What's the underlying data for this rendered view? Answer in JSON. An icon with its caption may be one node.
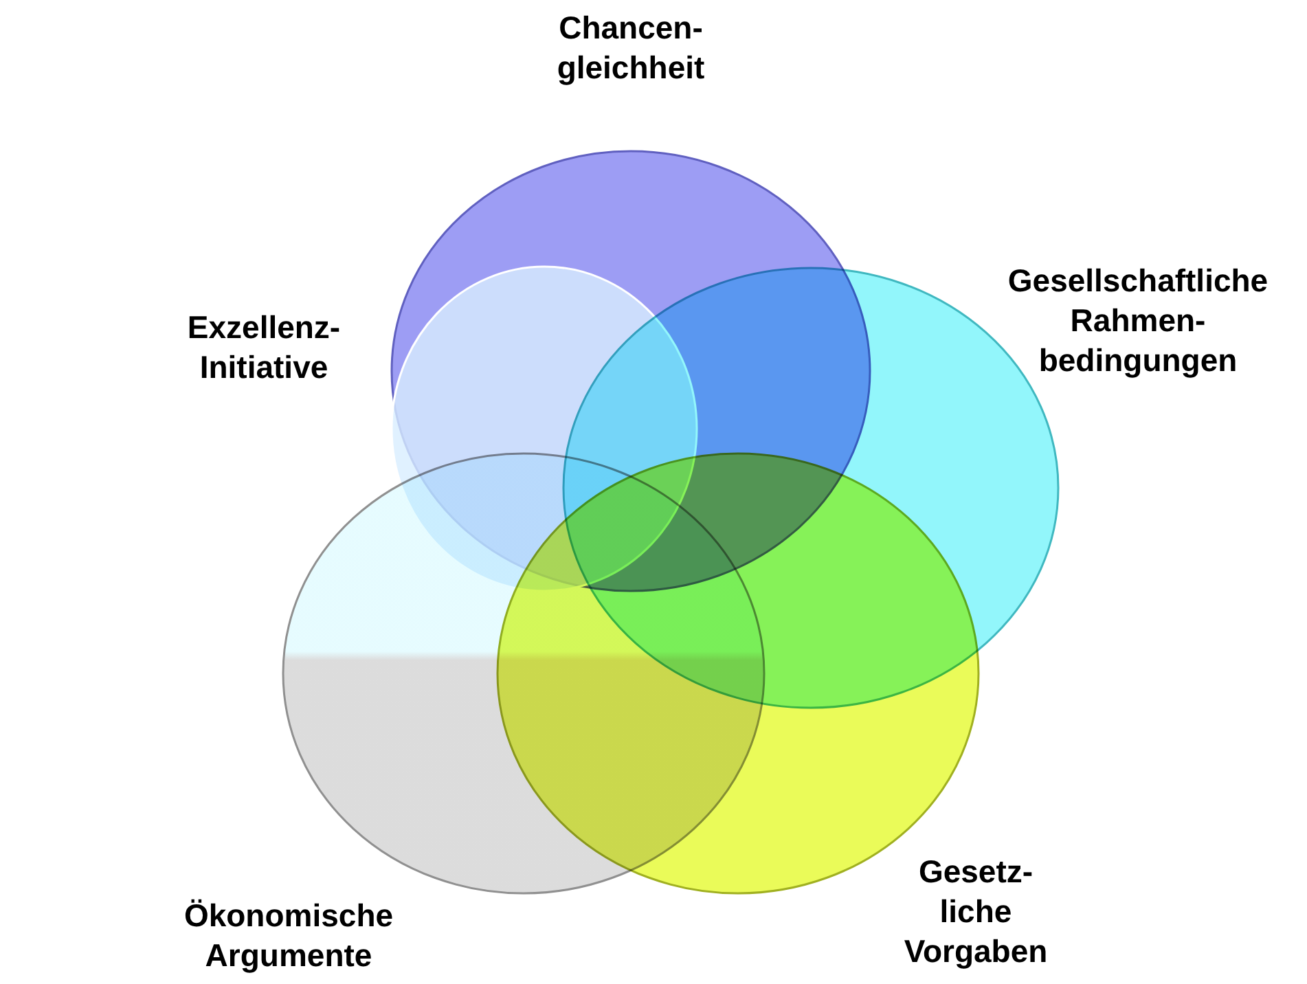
{
  "diagram": {
    "nodes": [
      {
        "text": [
          "Chancen- gleichheit"
        ]
      },
      {
        "text": [
          "Exzellenz- Initiative"
        ],
        "in": 0
      },
      {
        "text": [
          "Gesellschaftliche Rahmen- bedingungen"
        ]
      },
      {
        "text": [
          "Ökonomische Argumente"
        ]
      },
      {
        "text": [
          "Gesetz- liche Vorgaben"
        ]
      }
    ]
  }
}
